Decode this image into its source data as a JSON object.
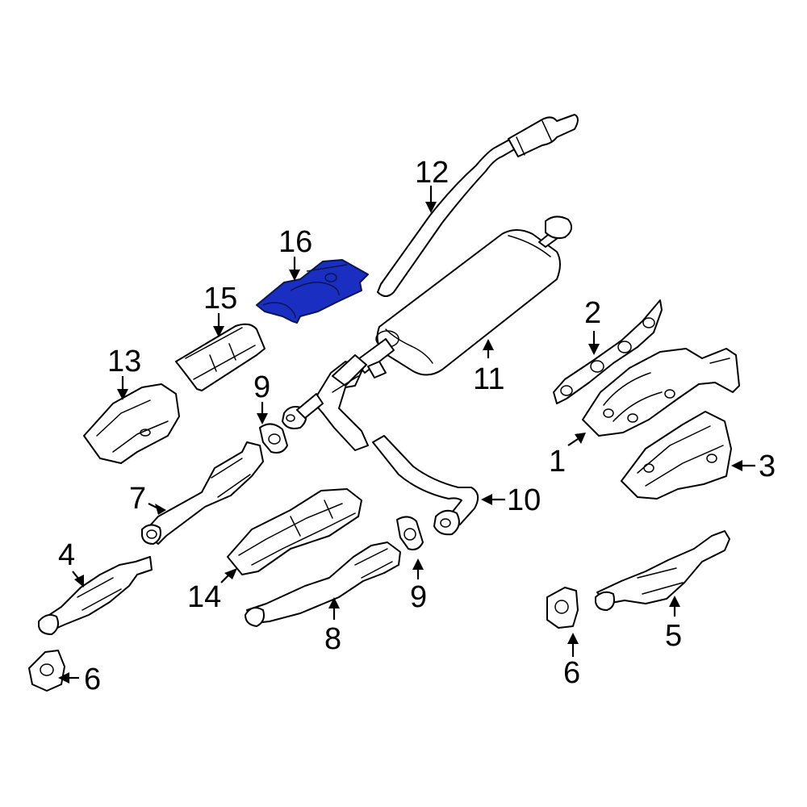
{
  "colors": {
    "background": "#ffffff",
    "line": "#000000",
    "highlight_fill": "#1a2ec2",
    "highlight_stroke": "#0b1550"
  },
  "highlighted_part": "16",
  "callouts": [
    {
      "id": "c1",
      "label": "1"
    },
    {
      "id": "c2",
      "label": "2"
    },
    {
      "id": "c3",
      "label": "3"
    },
    {
      "id": "c4",
      "label": "4"
    },
    {
      "id": "c5",
      "label": "5"
    },
    {
      "id": "c6a",
      "label": "6"
    },
    {
      "id": "c6b",
      "label": "6"
    },
    {
      "id": "c7",
      "label": "7"
    },
    {
      "id": "c8",
      "label": "8"
    },
    {
      "id": "c9a",
      "label": "9"
    },
    {
      "id": "c9b",
      "label": "9"
    },
    {
      "id": "c10",
      "label": "10"
    },
    {
      "id": "c11",
      "label": "11"
    },
    {
      "id": "c12",
      "label": "12"
    },
    {
      "id": "c13",
      "label": "13"
    },
    {
      "id": "c14",
      "label": "14"
    },
    {
      "id": "c15",
      "label": "15"
    },
    {
      "id": "c16",
      "label": "16"
    }
  ]
}
